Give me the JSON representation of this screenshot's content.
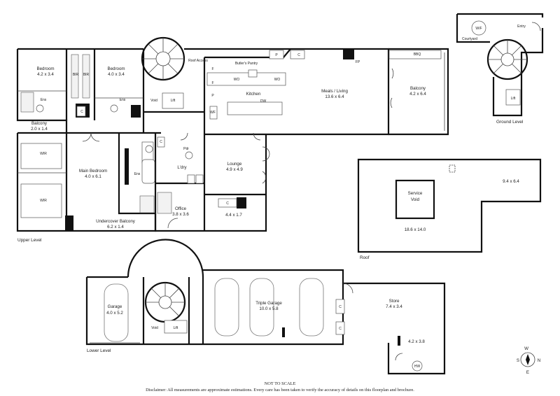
{
  "rooms": {
    "bedroom1": {
      "name": "Bedroom",
      "dims": "4.2 x 3.4"
    },
    "bedroom2": {
      "name": "Bedroom",
      "dims": "4.0 x 3.4"
    },
    "bir1": "BIR",
    "bir2": "BIR",
    "ens1": "Ens",
    "ens2": "Ens",
    "ens3": "Ens",
    "balcony_small": {
      "name": "Balcony",
      "dims": "2.0 x 1.4"
    },
    "wir1": "WIR",
    "wir2": "WIR",
    "main_bedroom": {
      "name": "Main Bedroom",
      "dims": "4.0 x 6.1"
    },
    "undercover_balcony": {
      "name": "Undercover Balcony",
      "dims": "6.2 x 1.4"
    },
    "office": {
      "name": "Office",
      "dims": "3.8 x 3.6"
    },
    "ldry": "L'dry",
    "pdr": "Pdr",
    "lounge": {
      "name": "Lounge",
      "dims": "4.9 x 4.9"
    },
    "lounge_small_dims": "4.4 x 1.7",
    "void_upper": "Void",
    "lift_upper": "Lift",
    "roof_access": "Roof Access",
    "butlers_pantry": "Butler's Pantry",
    "kitchen": "Kitchen",
    "meals_living": {
      "name": "Meals / Living",
      "dims": "13.6 x 6.4"
    },
    "balcony_large": {
      "name": "Balcony",
      "dims": "4.2 x 6.4"
    },
    "bbq": "BBQ",
    "fp": "FP",
    "dw": "DW",
    "wf": "WF",
    "wo": "WO",
    "c": "C",
    "p": "P",
    "f": "F",
    "ground_wf": "W/F",
    "ground_entry": "Entry",
    "ground_courtyard": "Courtyard",
    "ground_lift": "Lift",
    "service_void": "Service Void",
    "roof_main_dims": "18.6 x 14.0",
    "roof_side_dims": "9.4 x 6.4",
    "garage": {
      "name": "Garage",
      "dims": "4.0 x 5.2"
    },
    "void_lower": "Void",
    "lift_lower": "Lift",
    "triple_garage": {
      "name": "Triple Garage",
      "dims": "10.0 x 5.8"
    },
    "store": {
      "name": "Store",
      "dims": "7.4 x 3.4"
    },
    "store_small_dims": "4.2 x 3.8",
    "hw": "HW"
  },
  "levels": {
    "upper": "Upper Level",
    "ground": "Ground Level",
    "roof": "Roof",
    "lower": "Lower Level"
  },
  "compass": {
    "n": "N",
    "s": "S",
    "e": "E",
    "w": "W"
  },
  "footer": {
    "not_to_scale": "NOT TO SCALE",
    "disclaimer": "Disclaimer: All measurements are approximate estimations. Every care has been taken to verify the accuracy of details on this floorplan and brochure."
  }
}
